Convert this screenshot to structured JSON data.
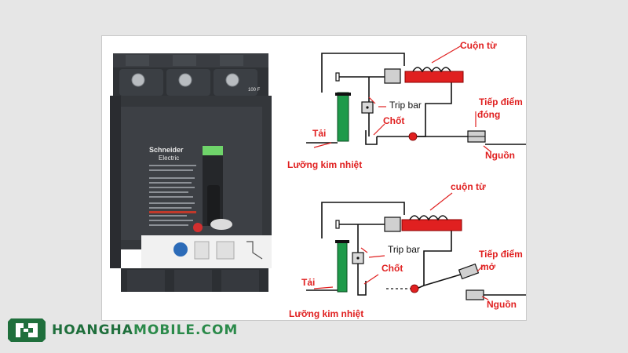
{
  "breaker": {
    "brand_line1": "Schneider",
    "brand_line2": "Electric",
    "top_rating": "100 F"
  },
  "closed": {
    "coil_label": "Cuộn từ",
    "trip_bar_label": "Trip bar",
    "contact_label_line1": "Tiếp điểm",
    "contact_label_line2": "đóng",
    "latch_label": "Chốt",
    "load_label": "Tải",
    "source_label": "Nguồn",
    "bimetal_label": "Lưỡng kim nhiệt"
  },
  "open": {
    "coil_label": "cuộn từ",
    "trip_bar_label": "Trip bar",
    "contact_label_line1": "Tiếp điểm",
    "contact_label_line2": "mở",
    "latch_label": "Chốt",
    "load_label": "Tải",
    "source_label": "Nguồn",
    "bimetal_label": "Lưỡng kim nhiệt"
  },
  "logo": {
    "part1": "HOANGHA",
    "part2": "MOBILE.COM"
  },
  "colors": {
    "label_red": "#e02020",
    "coil_red": "#e02020",
    "bimetal_green": "#1e9a4a",
    "brand_green": "#1f6f3c"
  }
}
